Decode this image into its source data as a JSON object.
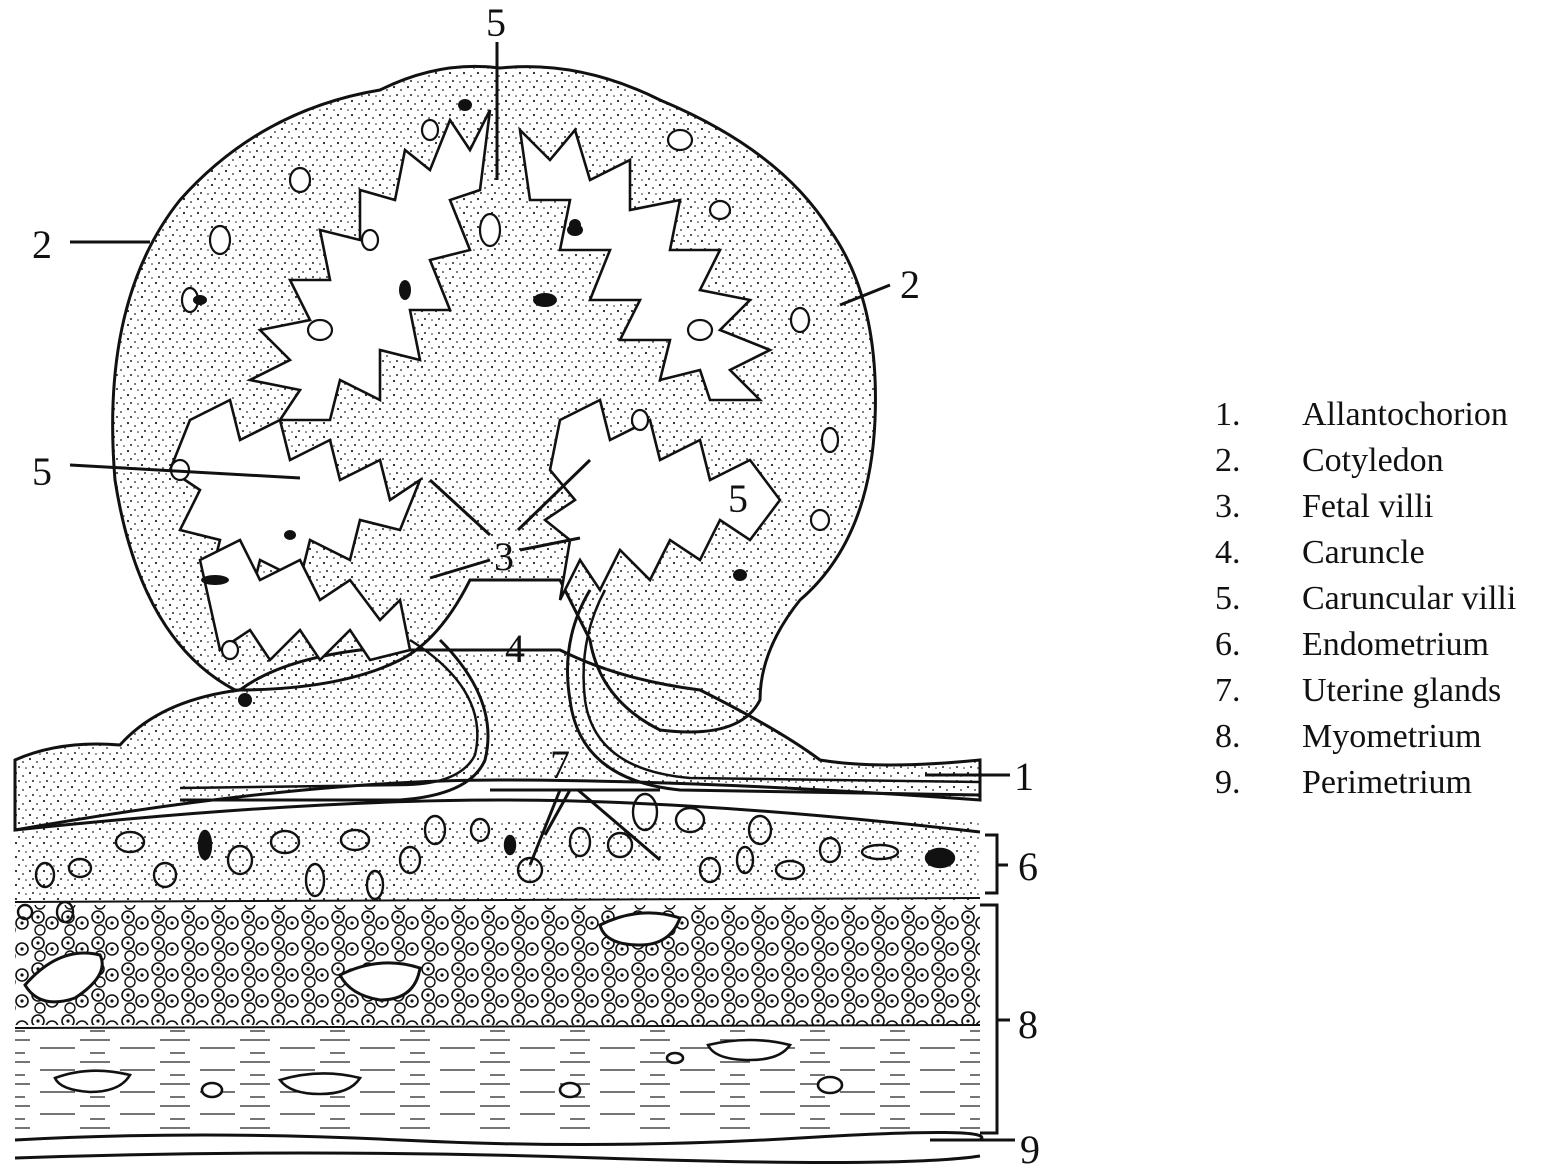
{
  "callouts": {
    "top_5": "5",
    "left_2": "2",
    "right_2": "2",
    "left_5": "5",
    "inner_5": "5",
    "center_3": "3",
    "center_4": "4",
    "glands_7": "7",
    "right_1": "1",
    "right_6": "6",
    "right_8": "8",
    "right_9": "9"
  },
  "legend": [
    {
      "num": "1.",
      "label": "Allantochorion"
    },
    {
      "num": "2.",
      "label": "Cotyledon"
    },
    {
      "num": "3.",
      "label": "Fetal villi"
    },
    {
      "num": "4.",
      "label": "Caruncle"
    },
    {
      "num": "5.",
      "label": "Caruncular villi"
    },
    {
      "num": "6.",
      "label": "Endometrium"
    },
    {
      "num": "7.",
      "label": "Uterine glands"
    },
    {
      "num": "8.",
      "label": "Myometrium"
    },
    {
      "num": "9.",
      "label": "Perimetrium"
    }
  ],
  "colors": {
    "ink": "#111111",
    "paper": "#ffffff"
  }
}
